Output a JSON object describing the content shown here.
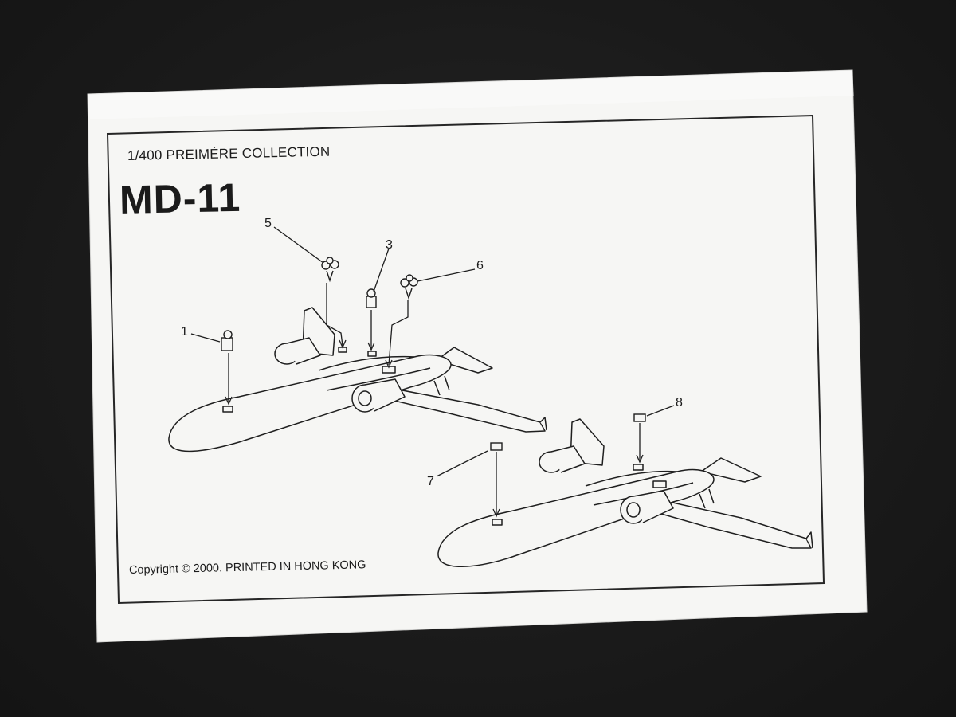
{
  "sheet": {
    "subtitle": "1/400 PREIMÈRE COLLECTION",
    "title": "MD-11",
    "copyright": "Copyright © 2000. PRINTED IN HONG KONG"
  },
  "callouts": [
    "1",
    "3",
    "5",
    "6",
    "7",
    "8"
  ],
  "colors": {
    "background": "#1d1d1d",
    "paper": "#f7f7f5",
    "ink": "#1b1b1b"
  }
}
